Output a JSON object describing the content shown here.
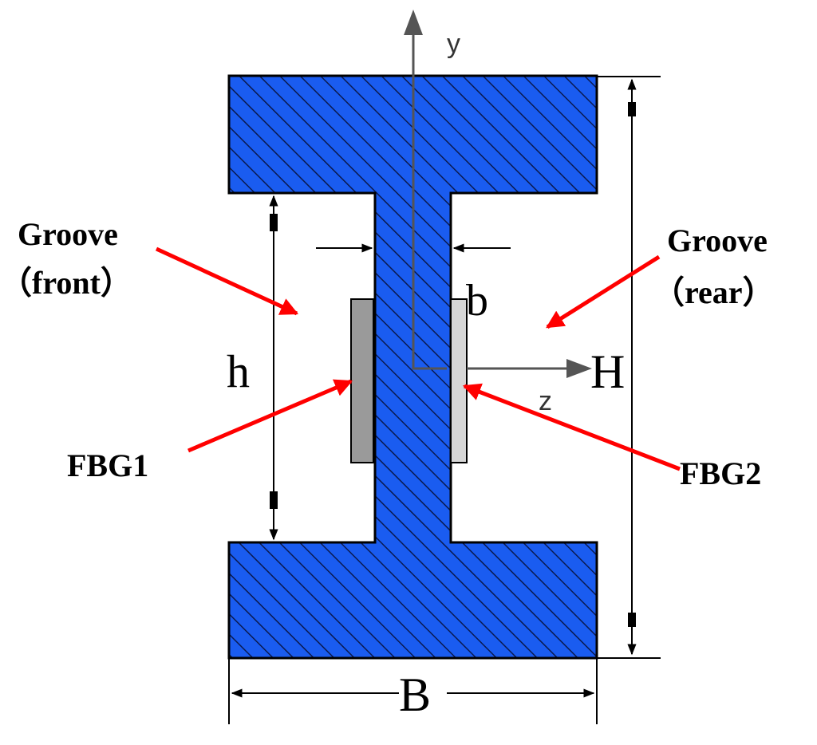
{
  "labels": {
    "groove_front_title": "Groove",
    "groove_front_sub": "（front）",
    "groove_rear_title": "Groove",
    "groove_rear_sub": "（rear）",
    "fbg1": "FBG1",
    "fbg2": "FBG2",
    "dim_h": "h",
    "dim_b": "b",
    "dim_H": "H",
    "dim_B": "B",
    "axis_y": "y",
    "axis_z": "z"
  },
  "colors": {
    "section_fill": "#1a5cf0",
    "hatch": "#0a1a50",
    "fbg1_fill": "#9a9a9a",
    "fbg2_fill": "#d6d6d6",
    "pointer": "#ff0000",
    "axis": "#555555",
    "dimension": "#000000"
  },
  "icons": {
    "pointer_arrow": "red-arrow-icon",
    "dimension_arrow": "arrowhead-icon"
  }
}
